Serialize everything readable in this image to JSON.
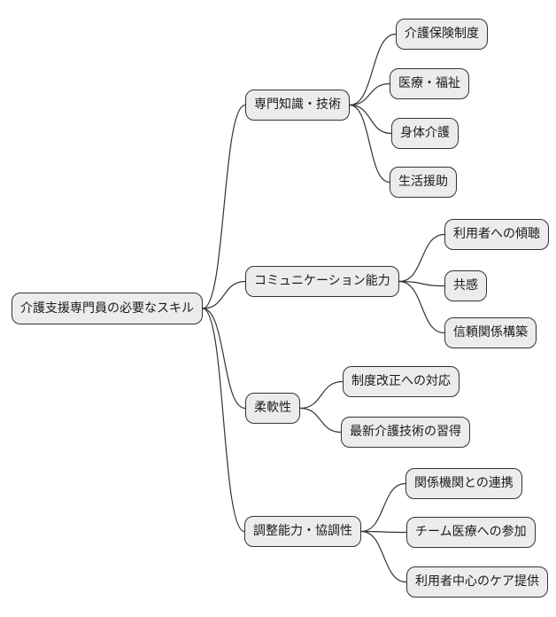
{
  "diagram": {
    "type": "mindmap",
    "direction": "left-to-right",
    "colors": {
      "background": "#ffffff",
      "node_fill": "#ececec",
      "node_border": "#333333",
      "node_text": "#1a1a1a",
      "edge": "#333333"
    },
    "nodes": [
      {
        "id": "root",
        "level": 0,
        "label": "介護支援専門員の必要なスキル"
      },
      {
        "id": "expertise",
        "level": 1,
        "label": "専門知識・技術"
      },
      {
        "id": "communication",
        "level": 1,
        "label": "コミュニケーション能力"
      },
      {
        "id": "flexibility",
        "level": 1,
        "label": "柔軟性"
      },
      {
        "id": "coordination",
        "level": 1,
        "label": "調整能力・協調性"
      },
      {
        "id": "insurance",
        "level": 2,
        "label": "介護保険制度"
      },
      {
        "id": "medwelfare",
        "level": 2,
        "label": "医療・福祉"
      },
      {
        "id": "physicalcare",
        "level": 2,
        "label": "身体介護"
      },
      {
        "id": "lifesupport",
        "level": 2,
        "label": "生活援助"
      },
      {
        "id": "listening",
        "level": 2,
        "label": "利用者への傾聴"
      },
      {
        "id": "empathy",
        "level": 2,
        "label": "共感"
      },
      {
        "id": "trust",
        "level": 2,
        "label": "信頼関係構築"
      },
      {
        "id": "reform",
        "level": 2,
        "label": "制度改正への対応"
      },
      {
        "id": "newtech",
        "level": 2,
        "label": "最新介護技術の習得"
      },
      {
        "id": "agencies",
        "level": 2,
        "label": "関係機関との連携"
      },
      {
        "id": "teammed",
        "level": 2,
        "label": "チーム医療への参加"
      },
      {
        "id": "usercare",
        "level": 2,
        "label": "利用者中心のケア提供"
      }
    ],
    "edges": [
      {
        "from": "root",
        "to": "expertise"
      },
      {
        "from": "root",
        "to": "communication"
      },
      {
        "from": "root",
        "to": "flexibility"
      },
      {
        "from": "root",
        "to": "coordination"
      },
      {
        "from": "expertise",
        "to": "insurance"
      },
      {
        "from": "expertise",
        "to": "medwelfare"
      },
      {
        "from": "expertise",
        "to": "physicalcare"
      },
      {
        "from": "expertise",
        "to": "lifesupport"
      },
      {
        "from": "communication",
        "to": "listening"
      },
      {
        "from": "communication",
        "to": "empathy"
      },
      {
        "from": "communication",
        "to": "trust"
      },
      {
        "from": "flexibility",
        "to": "reform"
      },
      {
        "from": "flexibility",
        "to": "newtech"
      },
      {
        "from": "coordination",
        "to": "agencies"
      },
      {
        "from": "coordination",
        "to": "teammed"
      },
      {
        "from": "coordination",
        "to": "usercare"
      }
    ]
  }
}
